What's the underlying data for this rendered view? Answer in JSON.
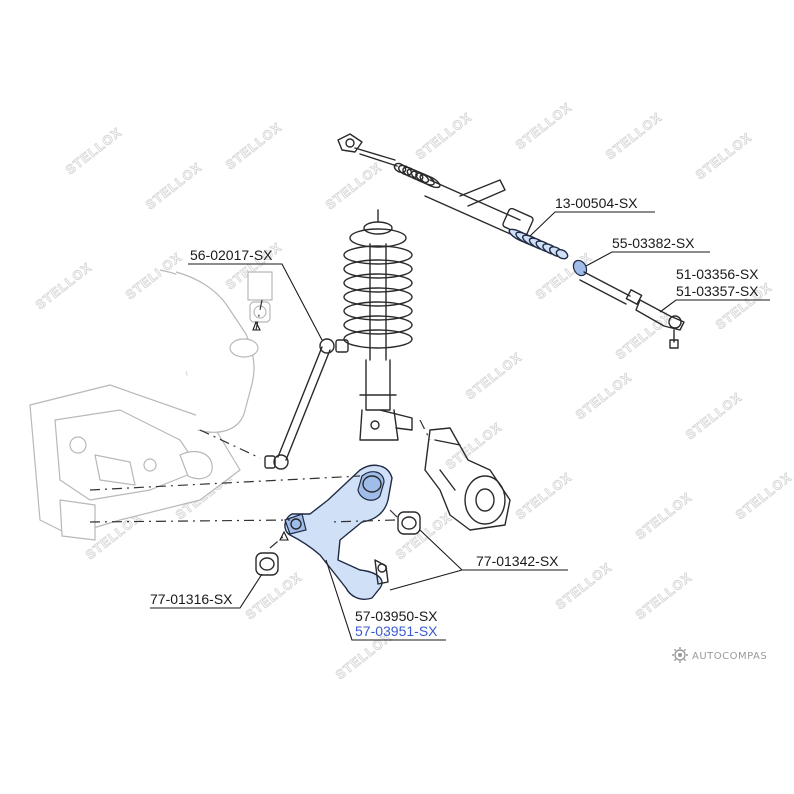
{
  "watermark": {
    "text": "STELLOX"
  },
  "parts": [
    {
      "number": "13-00504-SX"
    },
    {
      "number": "55-03382-SX"
    },
    {
      "number": "51-03356-SX"
    },
    {
      "number": "51-03357-SX"
    },
    {
      "number": "56-02017-SX"
    },
    {
      "number": "77-01342-SX"
    },
    {
      "number": "77-01316-SX"
    },
    {
      "number": "57-03950-SX"
    },
    {
      "number": "57-03951-SX"
    }
  ],
  "credit": {
    "text": "AUTOCOMPAS"
  },
  "colors": {
    "highlight_fill": "#cfe0f7",
    "highlight_stroke": "#1f2a44",
    "active_label": "#3a5bd0"
  }
}
